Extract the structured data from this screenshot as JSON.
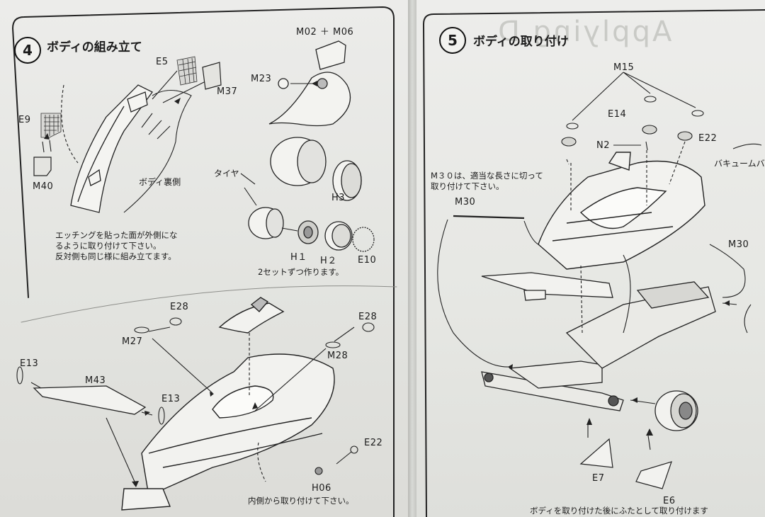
{
  "left_page": {
    "step_number": "4",
    "step_title": "ボディの組み立て",
    "parts": {
      "m02_m06": "M02 ＋ M06",
      "e5": "E5",
      "m37": "M37",
      "m23": "M23",
      "e9": "E9",
      "m40": "M40",
      "body_back": "ボディ裏側",
      "tire": "タイヤ",
      "h3": "H3",
      "h1": "H１",
      "h2": "H２",
      "e10": "E10",
      "e28_a": "E28",
      "e28_b": "E28",
      "m27": "M27",
      "m28": "M28",
      "e13_a": "E13",
      "m43": "M43",
      "e13_b": "E13",
      "e22": "E22",
      "h06": "H06"
    },
    "notes": {
      "etching": [
        "エッチングを貼った面が外側にな",
        "るように取り付けて下さい。",
        "反対側も同じ様に組み立てます。"
      ],
      "two_sets": "2セットずつ作ります。",
      "from_inside": "内側から取り付けて下さい。"
    }
  },
  "right_page": {
    "step_number": "5",
    "step_title": "ボディの取り付け",
    "ghost_text": "Applying D",
    "parts": {
      "m15": "M15",
      "e14": "E14",
      "n2": "N2",
      "e22": "E22",
      "vacuum": "バキュームバ",
      "m30_a": "M30",
      "m30_b": "M30",
      "e7": "E7",
      "e6": "E6"
    },
    "notes": {
      "m30_cut": [
        "M３０は、適当な長さに切って",
        "取り付けて下さい。"
      ],
      "bottom": "ボディを取り付けた後にふたとして取り付けます"
    }
  }
}
